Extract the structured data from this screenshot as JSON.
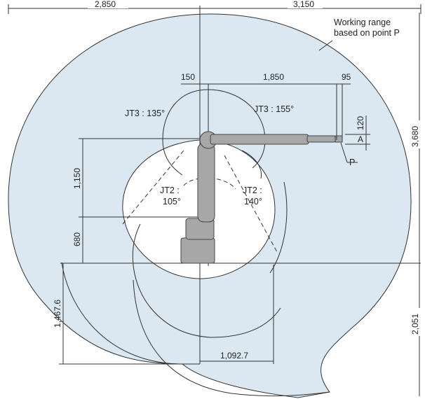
{
  "dimensions": {
    "top_left": "2,850",
    "top_right": "3,150",
    "d150": "150",
    "d1850": "1,850",
    "d95": "95",
    "d120": "120",
    "d3680": "3,680",
    "d1150": "1,150",
    "d680": "680",
    "d1467": "1,467.6",
    "d2051": "2,051",
    "d1092": "1,092.7"
  },
  "labels": {
    "working_range_line1": "Working range",
    "working_range_line2": "based on point P",
    "jt3_left": "JT3 : 135°",
    "jt3_right": "JT3 : 155°",
    "jt2_left_a": "JT2 :",
    "jt2_left_b": "105°",
    "jt2_right_a": "JT2 :",
    "jt2_right_b": "140°",
    "point_p": "P",
    "point_a": "A"
  },
  "colors": {
    "range_fill": "#dbe8f1",
    "line": "#333333",
    "robot": "#9a9a9a"
  }
}
